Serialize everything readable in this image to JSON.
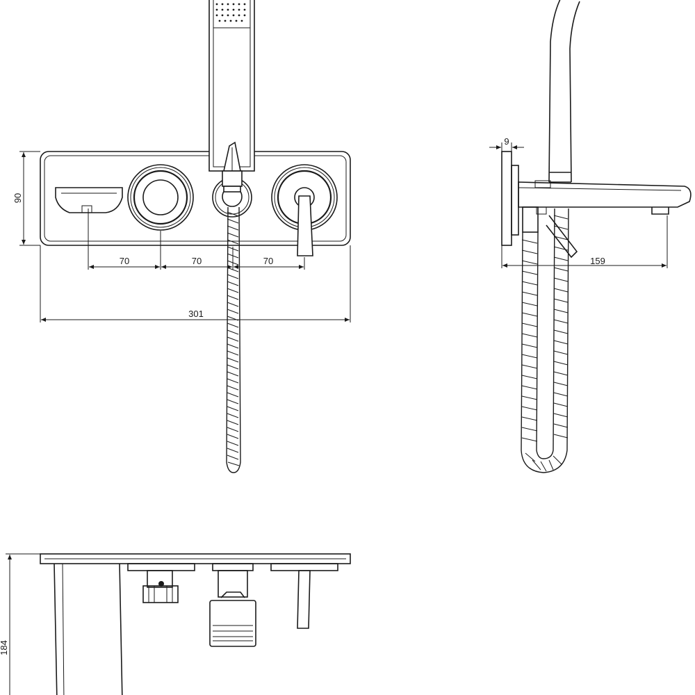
{
  "front_view": {
    "dimensions": {
      "height": "90",
      "spacing_1": "70",
      "spacing_2": "70",
      "spacing_3": "70",
      "width": "301"
    }
  },
  "side_view": {
    "dimensions": {
      "plate_thickness": "9",
      "projection": "159"
    }
  },
  "top_view": {
    "dimensions": {
      "depth": "184"
    }
  }
}
